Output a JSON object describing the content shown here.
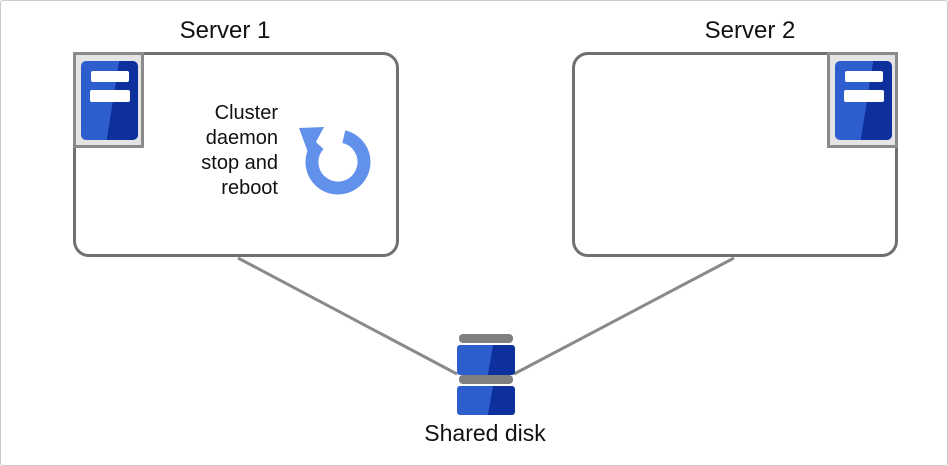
{
  "diagram": {
    "type": "cluster-architecture-diagram"
  },
  "colors": {
    "box_border": "#707070",
    "connector": "#8a8a8a",
    "icon_tray_bg": "#e4e4e4",
    "icon_tray_border": "#8a8a8a",
    "server_blue_light": "#2e5dce",
    "server_blue_dark": "#0d309c",
    "disk_bar_gray": "#808080",
    "reboot_arrow_blue": "#6291ec",
    "text": "#111111",
    "frame_border": "#cbcbcb",
    "frame_bg": "#ffffff"
  },
  "nodes": {
    "server1": {
      "label": "Server 1",
      "icon": "server-tower-icon",
      "note_lines": [
        "Cluster",
        "daemon",
        "stop and",
        "reboot"
      ],
      "status_icon": "reboot-arrow-icon"
    },
    "server2": {
      "label": "Server 2",
      "icon": "server-tower-icon"
    },
    "shared_disk": {
      "label": "Shared disk",
      "icon": "disk-stack-icon"
    }
  },
  "connections": [
    {
      "from": "server1",
      "to": "shared_disk"
    },
    {
      "from": "server2",
      "to": "shared_disk"
    }
  ]
}
